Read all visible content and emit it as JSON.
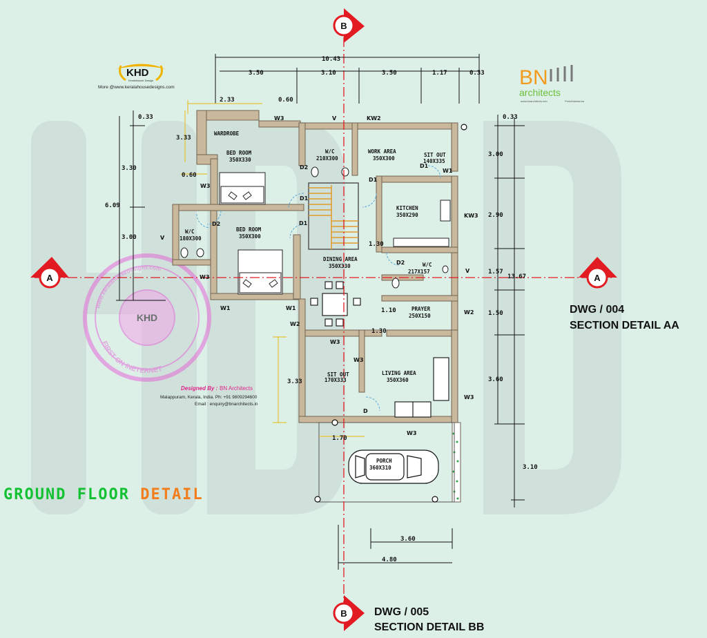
{
  "title": {
    "part1": "GROUND FLOOR",
    "part2": "DETAIL"
  },
  "logo_khd": {
    "mark": "KHD",
    "sub": "Keralahouse Design",
    "site": "More @www.keralahousedesigns.com"
  },
  "logo_bn": {
    "mark": "BN",
    "sub": "architects",
    "small_left": "www.bnarchitects.info",
    "small_right": "Perinthalmanna"
  },
  "stamp": {
    "ring": "www.keralahousedesigns.com",
    "center": "KHD",
    "bottom": "FIRST ON INETERNET"
  },
  "credits": {
    "designed_by_prefix": "Designed By :",
    "designed_by": "BN Architects",
    "address": "Malappuram, Kerala, India. Ph: +91 9809294600",
    "email": "Email : enquiry@bnarchitects.in"
  },
  "sections": {
    "a_left": "A",
    "a_right": "A",
    "b_top": "B",
    "b_bottom": "B",
    "dwg_aa_number": "DWG /   004",
    "dwg_aa_title": "SECTION DETAIL  AA",
    "dwg_bb_number": "DWG /   005",
    "dwg_bb_title": "SECTION DETAIL  BB"
  },
  "dimensions": {
    "overall_top": "10.43",
    "top": [
      "3.50",
      "3.10",
      "3.50",
      "1.17",
      "0.33"
    ],
    "wardrobe_w": "2.33",
    "wardrobe_off": "0.60",
    "wardrobe_h": "3.33",
    "wardrobe_b": "0.60",
    "left": [
      "0.33",
      "3.30",
      "3.00"
    ],
    "left_total": "6.09",
    "right": [
      "0.33",
      "3.00",
      "2.90",
      "1.57",
      "1.50",
      "3.60",
      "3.10"
    ],
    "right_total": "13.67",
    "sitout_h": "3.33",
    "sitout_w": "1.70",
    "bottom_inner": "3.60",
    "bottom_outer": "4.80",
    "stair_a": "1.30",
    "stair_b": "1.10",
    "stair_c": "1.30"
  },
  "rooms": [
    {
      "name": "BED ROOM",
      "size": "350X330"
    },
    {
      "name": "W/C",
      "size": "210X300"
    },
    {
      "name": "WORK AREA",
      "size": "350X300"
    },
    {
      "name": "SIT OUT",
      "size": "140X335"
    },
    {
      "name": "KITCHEN",
      "size": "350X290"
    },
    {
      "name": "BED ROOM",
      "size": "350X300"
    },
    {
      "name": "W/C",
      "size": "180X300"
    },
    {
      "name": "DINING AREA",
      "size": "350X330"
    },
    {
      "name": "W/C",
      "size": "217X157"
    },
    {
      "name": "PRAYER",
      "size": "250X150"
    },
    {
      "name": "SIT OUT",
      "size": "170X333"
    },
    {
      "name": "LIVING AREA",
      "size": "350X360"
    },
    {
      "name": "PORCH",
      "size": "360X310"
    },
    {
      "name": "WARDROBE",
      "size": ""
    }
  ],
  "openings": {
    "w3": "W3",
    "w1": "W1",
    "w2": "W2",
    "kw2": "KW2",
    "kw3": "KW3",
    "d1": "D1",
    "d2": "D2",
    "d": "D",
    "v": "V"
  },
  "colors": {
    "background": "#ddf0e8",
    "wall": "#c9b89c",
    "section_red": "#e21b22",
    "title_green": "#13c132",
    "title_orange": "#f27d1c",
    "dim_yellow": "#e6c235"
  }
}
